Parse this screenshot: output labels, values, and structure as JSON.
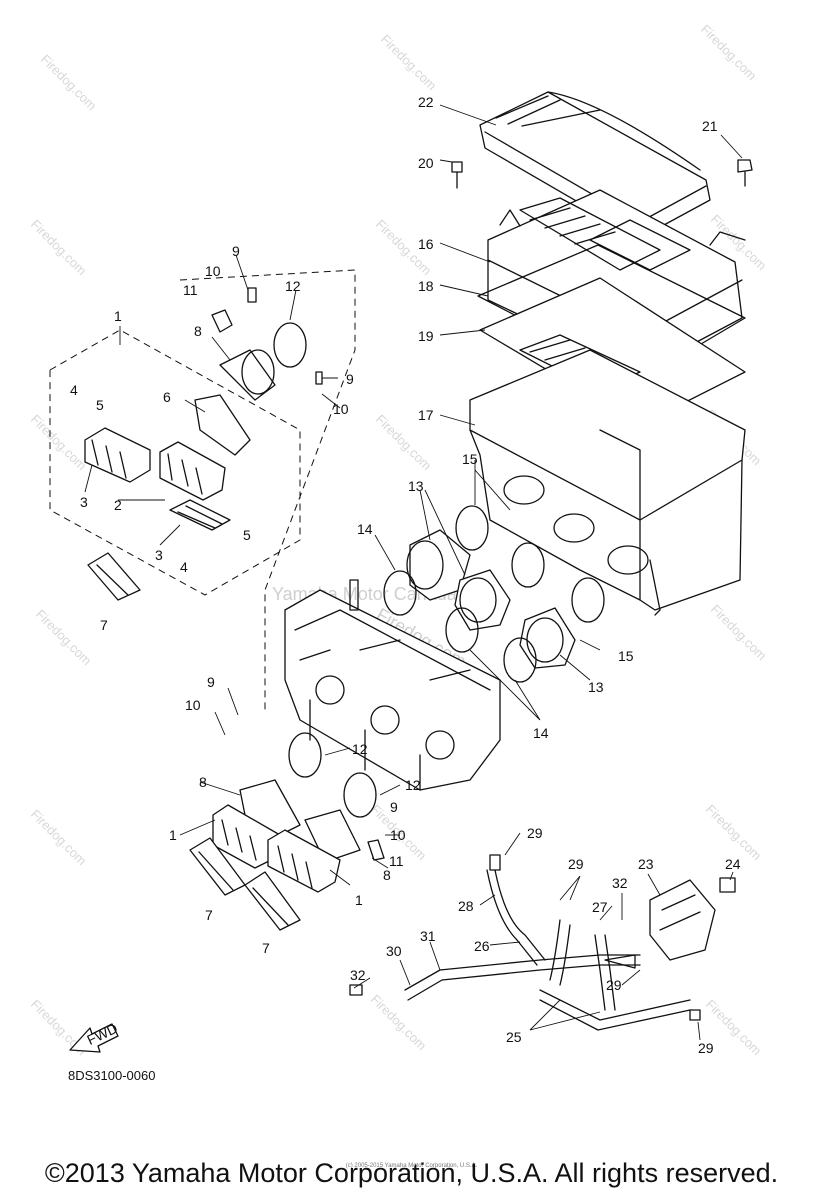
{
  "diagram": {
    "part_code": "8DS3100-0060",
    "fwd_label": "FWD",
    "watermark": "Firedog.com",
    "center_watermark": "Yamaha Motor Canada",
    "center_watermark_2": "Firedog.com",
    "copyright": "©2013 Yamaha Motor Corporation, U.S.A. All rights reserved.",
    "small_credit": "(c) 2005-2015 Yamaha Motor Corporation, U.S.A."
  },
  "callouts": [
    "1",
    "2",
    "3",
    "4",
    "5",
    "6",
    "7",
    "8",
    "9",
    "10",
    "11",
    "12",
    "13",
    "14",
    "15",
    "16",
    "17",
    "18",
    "19",
    "20",
    "21",
    "22",
    "23",
    "24",
    "25",
    "26",
    "27",
    "28",
    "29",
    "30",
    "31",
    "32"
  ]
}
